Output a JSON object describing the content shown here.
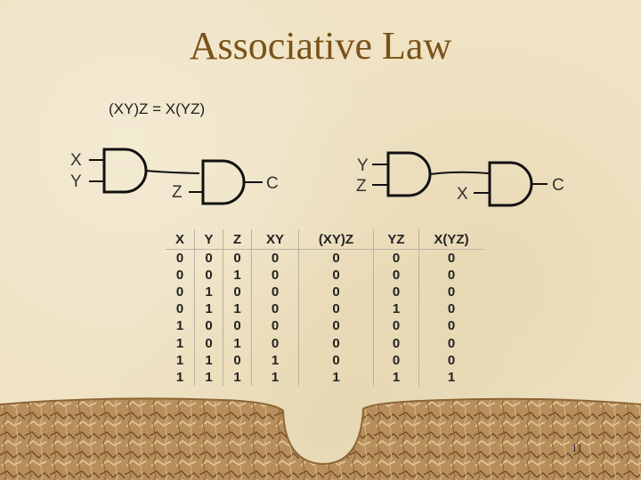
{
  "slide": {
    "title": "Associative Law",
    "equation": "(XY)Z = X(YZ)",
    "page_number": "11"
  },
  "circuit_left": {
    "input_top": "X",
    "input_bottom": "Y",
    "input_second_gate": "Z",
    "output": "C"
  },
  "circuit_right": {
    "input_top": "Y",
    "input_bottom": "Z",
    "input_second_gate": "X",
    "output": "C"
  },
  "truth_table": {
    "headers": [
      "X",
      "Y",
      "Z",
      "XY",
      "(XY)Z",
      "YZ",
      "X(YZ)"
    ],
    "rows": [
      [
        "0",
        "0",
        "0",
        "0",
        "0",
        "0",
        "0"
      ],
      [
        "0",
        "0",
        "1",
        "0",
        "0",
        "0",
        "0"
      ],
      [
        "0",
        "1",
        "0",
        "0",
        "0",
        "0",
        "0"
      ],
      [
        "0",
        "1",
        "1",
        "0",
        "0",
        "1",
        "0"
      ],
      [
        "1",
        "0",
        "0",
        "0",
        "0",
        "0",
        "0"
      ],
      [
        "1",
        "0",
        "1",
        "0",
        "0",
        "0",
        "0"
      ],
      [
        "1",
        "1",
        "0",
        "1",
        "0",
        "0",
        "0"
      ],
      [
        "1",
        "1",
        "1",
        "1",
        "1",
        "1",
        "1"
      ]
    ]
  },
  "colors": {
    "background": "#efe3c4",
    "title": "#7a5218",
    "gate_stroke": "#111111"
  }
}
